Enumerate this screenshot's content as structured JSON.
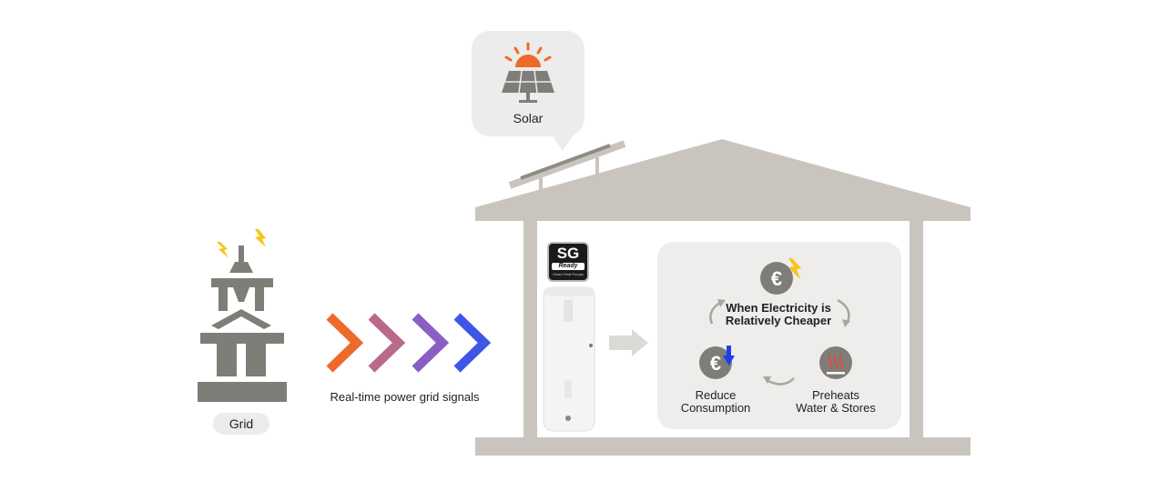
{
  "nodes": {
    "solar": "Solar",
    "grid": "Grid",
    "signals": "Real-time power grid signals",
    "cheaper": "When Electricity is\nRelatively Cheaper",
    "reduce": "Reduce\nConsumption",
    "preheat": "Preheats\nWater & Stores"
  },
  "badge": {
    "main": "SG",
    "sub": "Ready",
    "tiny": "Smart Heat Pumps"
  },
  "icons": [
    "lightning-icon",
    "power-tower-icon",
    "chevron-arrow-icon",
    "solar-panel-icon",
    "sun-icon",
    "house-icon",
    "water-heater-icon",
    "euro-icon",
    "down-arrow-icon",
    "heater-icon",
    "cycle-arrow-icon"
  ],
  "colors": {
    "house": "#c9c5be",
    "tower": "#7f7d78",
    "sun": "#ee6a2a",
    "bolt": "#f5c518",
    "chevrons": [
      "#ee6a2a",
      "#b96a8c",
      "#8a5fc4",
      "#3f55e6"
    ],
    "down_arrow": "#1e3fe8",
    "heat": "#e24a3a"
  }
}
